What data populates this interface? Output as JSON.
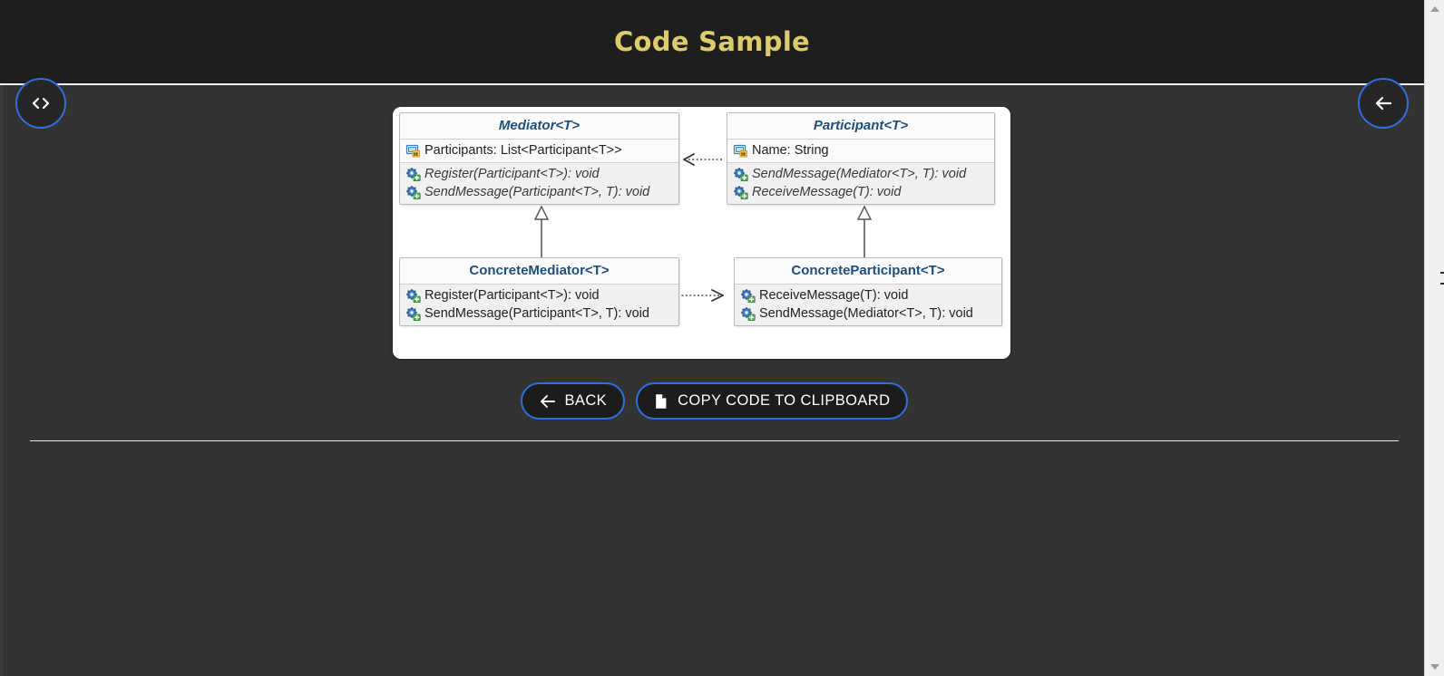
{
  "header": {
    "title": "Code Sample",
    "title_color": "#ddcb6d",
    "background": "#1e1e1e"
  },
  "fab": {
    "code_button": {
      "name": "code-icon",
      "glyph": "<>",
      "border_color": "#2f6fe0"
    },
    "back_button": {
      "name": "arrow-left-icon",
      "glyph": "←",
      "border_color": "#2f6fe0"
    }
  },
  "diagram": {
    "type": "uml-class-diagram",
    "pattern": "Mediator",
    "classes": [
      {
        "id": "mediator",
        "name": "Mediator<T>",
        "abstract": true,
        "attributes": [
          {
            "icon": "property-icon",
            "text": "Participants: List<Participant<T>>"
          }
        ],
        "operations": [
          {
            "icon": "method-icon",
            "text": "Register(Participant<T>): void",
            "abstract": true
          },
          {
            "icon": "method-icon",
            "text": "SendMessage(Participant<T>, T): void",
            "abstract": true
          }
        ]
      },
      {
        "id": "participant",
        "name": "Participant<T>",
        "abstract": true,
        "attributes": [
          {
            "icon": "property-icon",
            "text": "Name: String"
          }
        ],
        "operations": [
          {
            "icon": "method-icon",
            "text": "SendMessage(Mediator<T>, T): void",
            "abstract": true
          },
          {
            "icon": "method-icon",
            "text": "ReceiveMessage(T): void",
            "abstract": true
          }
        ]
      },
      {
        "id": "concrete-mediator",
        "name": "ConcreteMediator<T>",
        "abstract": false,
        "attributes": [],
        "operations": [
          {
            "icon": "method-icon",
            "text": "Register(Participant<T>): void",
            "abstract": false
          },
          {
            "icon": "method-icon",
            "text": "SendMessage(Participant<T>, T): void",
            "abstract": false
          }
        ]
      },
      {
        "id": "concrete-participant",
        "name": "ConcreteParticipant<T>",
        "abstract": false,
        "attributes": [],
        "operations": [
          {
            "icon": "method-icon",
            "text": "ReceiveMessage(T): void",
            "abstract": false
          },
          {
            "icon": "method-icon",
            "text": "SendMessage(Mediator<T>, T): void",
            "abstract": false
          }
        ]
      }
    ],
    "relations": [
      {
        "from": "participant",
        "to": "mediator",
        "style": "dotted",
        "arrow": "open",
        "kind": "dependency"
      },
      {
        "from": "concrete-mediator",
        "to": "mediator",
        "style": "solid",
        "arrow": "hollow-triangle",
        "kind": "generalization"
      },
      {
        "from": "concrete-participant",
        "to": "participant",
        "style": "solid",
        "arrow": "hollow-triangle",
        "kind": "generalization"
      },
      {
        "from": "concrete-mediator",
        "to": "concrete-participant",
        "style": "dotted",
        "arrow": "open",
        "kind": "dependency"
      }
    ]
  },
  "actions": {
    "back_label": "BACK",
    "back_icon": "arrow-left-icon",
    "copy_label": "COPY CODE TO CLIPBOARD",
    "copy_icon": "document-copy-icon",
    "accent_color": "#2f6fe0"
  }
}
